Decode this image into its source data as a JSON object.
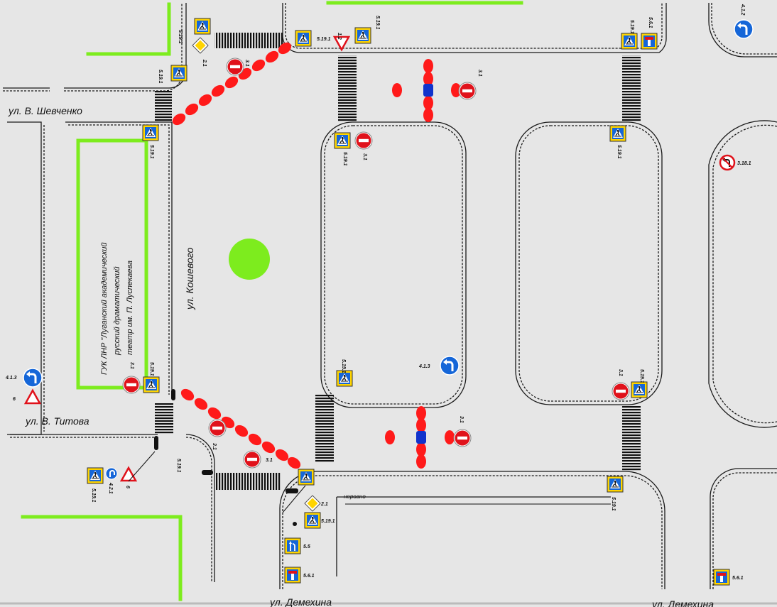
{
  "streets": {
    "shevchenko": "ул. В. Шевченко",
    "titova": "ул. В. Титова",
    "demekhina": "ул. Демехина",
    "demekhina_right": "ул. Демехина",
    "koshevogo": "ул. Кошевого"
  },
  "theatre": {
    "line1": "ГУК ЛНР \"Луганский академический",
    "line2": "русский драматический",
    "line3": "театр им. П. Луспекаева"
  },
  "sign_codes": {
    "c5191": "5.19.1",
    "c21": "2.1",
    "c31": "3.1",
    "c12": "1.2",
    "c413": "4.1.3",
    "c4112": "4.1.2",
    "c3181": "3.18.1",
    "c421": "4.2.1",
    "c6": "6",
    "c55": "5.5",
    "c561": "5.6.1"
  },
  "map_notes": {
    "uneven": "неровно"
  },
  "colors": {
    "road": "#e6e6e6",
    "curb": "#1a1a1a",
    "green_zone": "#7dec1e",
    "red_barrier": "#ff1a1a",
    "blue_post": "#1133cc",
    "sign_blue": "#1566d8",
    "sign_red": "#e0121b",
    "sign_yellow": "#ffd400"
  }
}
